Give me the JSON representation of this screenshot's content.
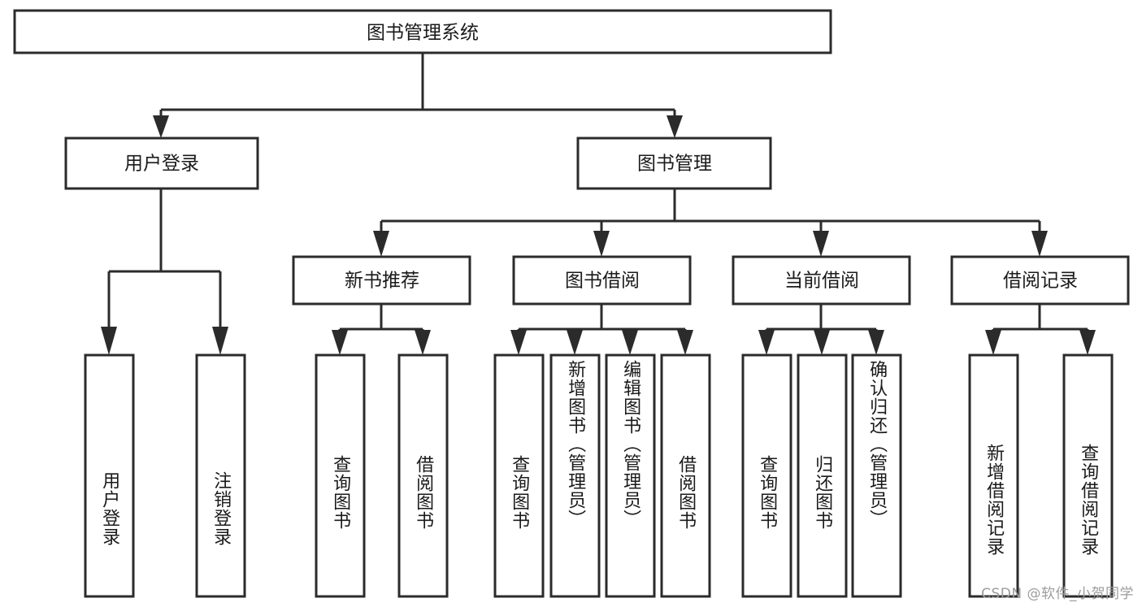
{
  "diagram": {
    "type": "tree",
    "title": "图书管理系统",
    "root": {
      "id": "root",
      "label": "图书管理系统"
    },
    "level2": [
      {
        "id": "user-login",
        "label": "用户登录"
      },
      {
        "id": "book-manage",
        "label": "图书管理"
      }
    ],
    "level3": [
      {
        "id": "new-book-recommend",
        "label": "新书推荐"
      },
      {
        "id": "book-borrow",
        "label": "图书借阅"
      },
      {
        "id": "current-borrow",
        "label": "当前借阅"
      },
      {
        "id": "borrow-record",
        "label": "借阅记录"
      }
    ],
    "leaves": {
      "user_login": [
        {
          "id": "leaf-user-login",
          "label": "用户登录"
        },
        {
          "id": "leaf-logout-login",
          "label": "注销登录"
        }
      ],
      "new_book_recommend": [
        {
          "id": "leaf-query-book-1",
          "label": "查询图书"
        },
        {
          "id": "leaf-borrow-book-1",
          "label": "借阅图书"
        }
      ],
      "book_borrow": [
        {
          "id": "leaf-query-book-2",
          "label": "查询图书"
        },
        {
          "id": "leaf-add-book-admin",
          "label": "新增图书（管理员）"
        },
        {
          "id": "leaf-edit-book-admin",
          "label": "编辑图书（管理员）"
        },
        {
          "id": "leaf-borrow-book-2",
          "label": "借阅图书"
        }
      ],
      "current_borrow": [
        {
          "id": "leaf-query-book-3",
          "label": "查询图书"
        },
        {
          "id": "leaf-return-book",
          "label": "归还图书"
        },
        {
          "id": "leaf-confirm-return-admin",
          "label": "确认归还（管理员）"
        }
      ],
      "borrow_record": [
        {
          "id": "leaf-add-borrow-record",
          "label": "新增借阅记录"
        },
        {
          "id": "leaf-query-borrow-record",
          "label": "查询借阅记录"
        }
      ]
    }
  },
  "watermark": {
    "text": "CSDN @软件_小贺同学"
  },
  "colors": {
    "stroke": "#2b2b2b",
    "fill": "#ffffff",
    "text": "#1a1a1a",
    "watermark": "#9c9c9c"
  }
}
